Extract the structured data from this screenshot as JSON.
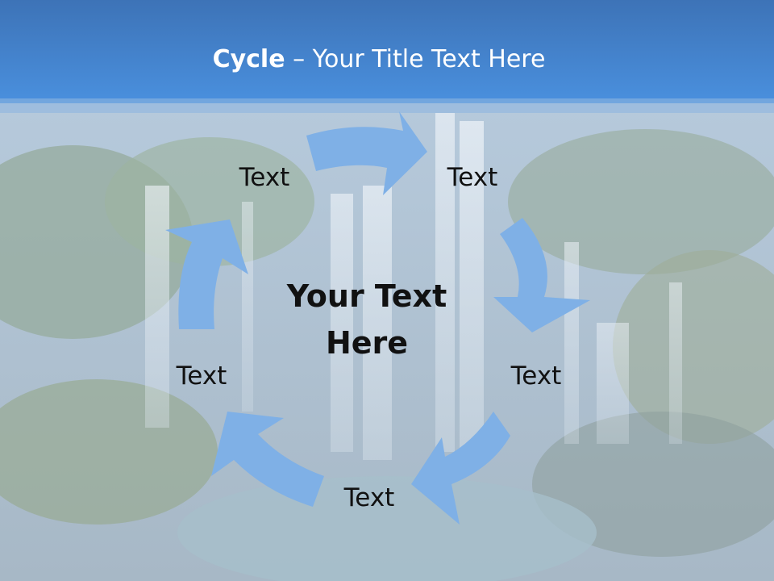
{
  "slide": {
    "title_bold": "Cycle",
    "title_rest": " – Your Title Text Here",
    "center_line1": "Your Text",
    "center_line2": "Here",
    "labels": [
      "Text",
      "Text",
      "Text",
      "Text",
      "Text"
    ]
  },
  "colors": {
    "header": "#3f86d2",
    "arrow": "#7fb0e6",
    "text": "#111111"
  }
}
